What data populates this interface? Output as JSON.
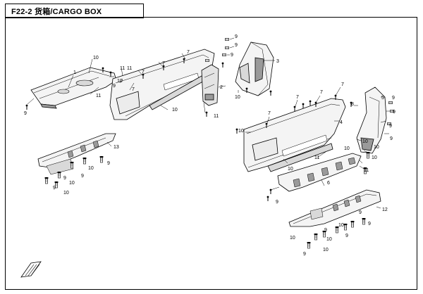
{
  "header": {
    "title": "F22-2   货箱/CARGO BOX"
  },
  "callouts": {
    "c1": "1",
    "c2": "2",
    "c3": "3",
    "c4": "4",
    "c5": "5",
    "c6": "6",
    "c7": "7",
    "c8": "8",
    "c9": "9",
    "c10": "10",
    "c11": "11",
    "c12": "12",
    "c13": "13"
  },
  "colors": {
    "line": "#000000",
    "fill_light": "#f4f4f4",
    "fill_mid": "#d9d9d9",
    "fill_dark": "#9a9a9a"
  },
  "icons": {
    "front_arrow": "front-direction-arrow-icon"
  }
}
